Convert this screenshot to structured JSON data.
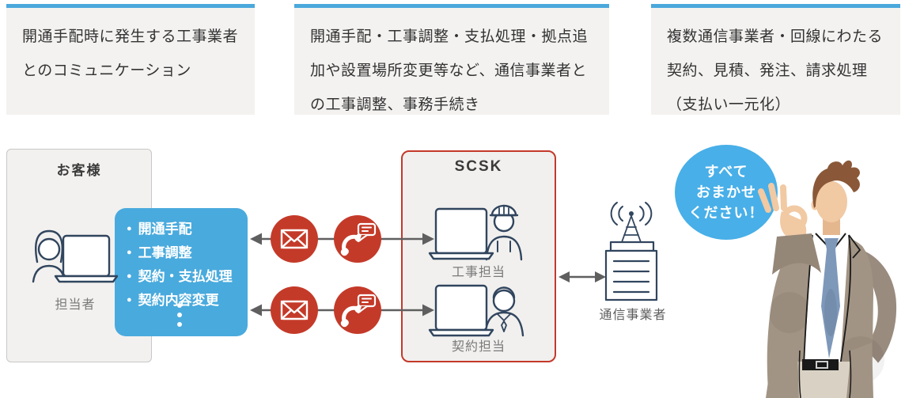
{
  "colors": {
    "accent_blue": "#4aa8db",
    "card_bg": "#f3f2f0",
    "tasks_box_blue": "#49aadd",
    "icon_red": "#c43a29",
    "scsk_border_red": "#c4392a",
    "bubble_blue": "#48afe8",
    "pictogram_navy": "#31455e",
    "arrow_gray": "#5f5f5f"
  },
  "info_cards": [
    {
      "lines": [
        "開通手配時に発生する工事業者",
        "とのコミュニケーション"
      ]
    },
    {
      "lines": [
        "開通手配・工事調整・支払処理・拠点追",
        "加や設置場所変更等など、通信事業者と",
        "の工事調整、事務手続き"
      ]
    },
    {
      "lines": [
        "複数通信事業者・回線にわたる",
        "契約、見積、発注、請求処理",
        "（支払い一元化）"
      ]
    }
  ],
  "customer": {
    "title": "お客様",
    "person_label": "担当者"
  },
  "tasks": {
    "bullet": "●",
    "items": [
      "開通手配",
      "工事調整",
      "契約・支払処理",
      "契約内容変更"
    ]
  },
  "scsk": {
    "title": "SCSK",
    "staff": [
      {
        "label": "工事担当"
      },
      {
        "label": "契約担当"
      }
    ]
  },
  "carrier": {
    "label": "通信事業者"
  },
  "bubble": {
    "lines": [
      "すべて",
      "おまかせ",
      "ください！"
    ]
  },
  "icons": {
    "mail": "mail-envelope-icon",
    "phone": "phone-chat-icon",
    "customer": "woman-with-laptop-icon",
    "construction": "worker-with-laptop-icon",
    "contract": "clerk-with-laptop-icon",
    "carrier": "antenna-building-icon",
    "person": "businessman-ok-sign-illustration"
  }
}
